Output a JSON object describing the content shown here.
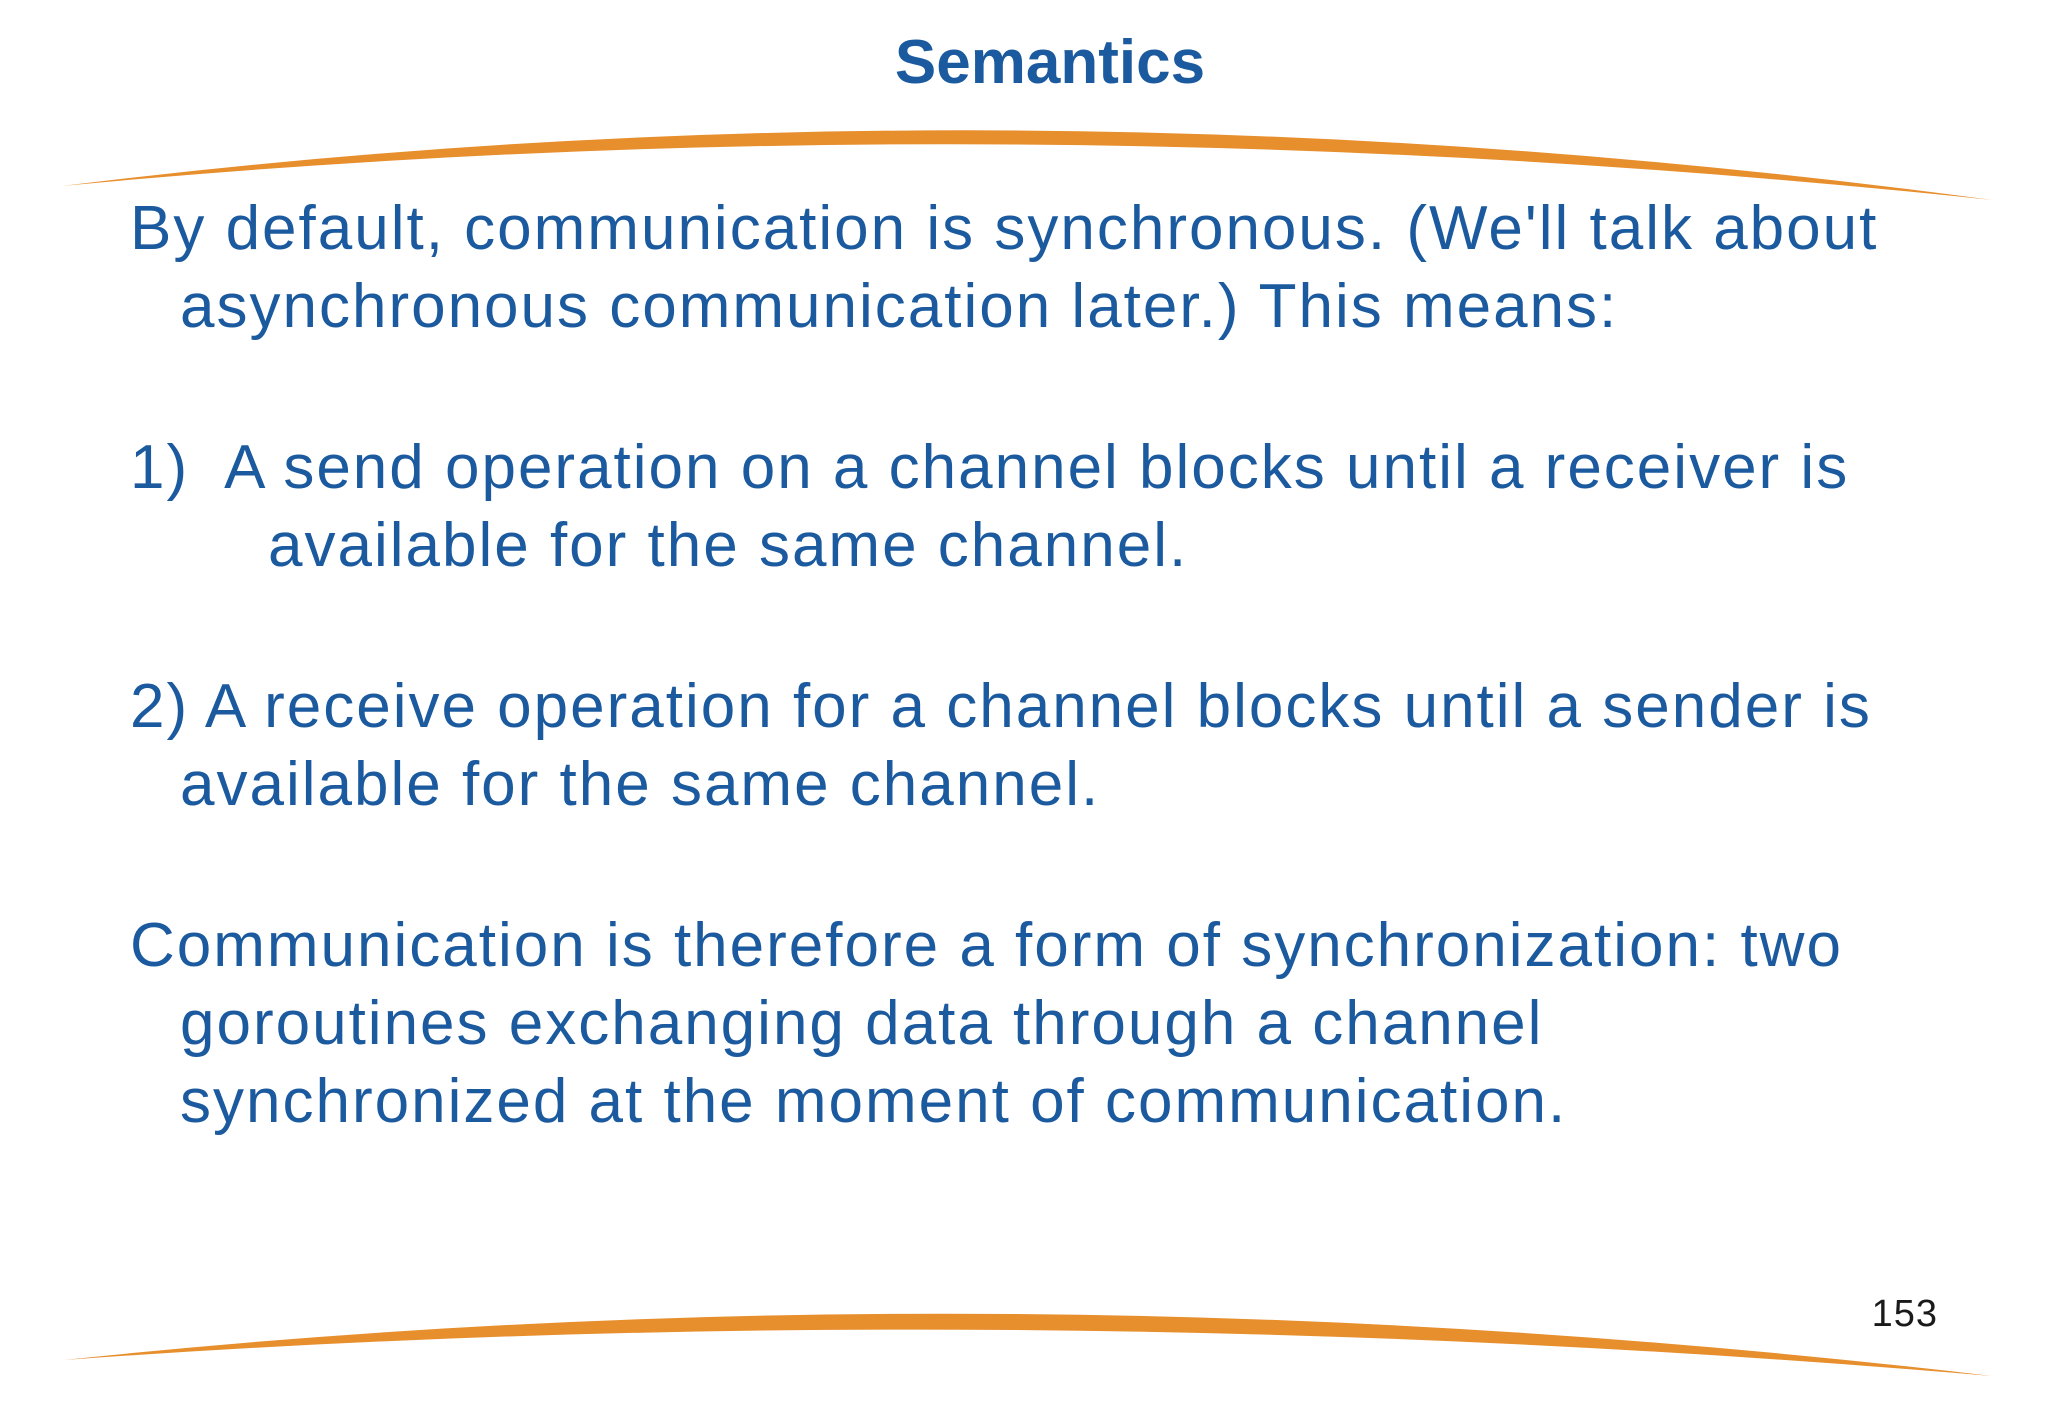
{
  "slide": {
    "title": "Semantics",
    "page_number": "153",
    "colors": {
      "text_blue": "#1B5A9E",
      "accent_orange": "#E78E2D"
    },
    "body": {
      "paragraphs": [
        {
          "lines": [
            "By default, communication is synchronous. (We'll talk about",
            "asynchronous communication later.) This means:"
          ]
        },
        {
          "lines": [
            "1)  A send operation on a channel blocks until a receiver is",
            "available for the same channel."
          ]
        },
        {
          "lines": [
            "2) A receive operation for a channel blocks until a sender is",
            "available for the same channel."
          ]
        },
        {
          "lines": [
            "Communication is therefore a form of synchronization: two",
            "goroutines exchanging data through a channel",
            "synchronized at the moment of communication."
          ]
        }
      ]
    }
  }
}
